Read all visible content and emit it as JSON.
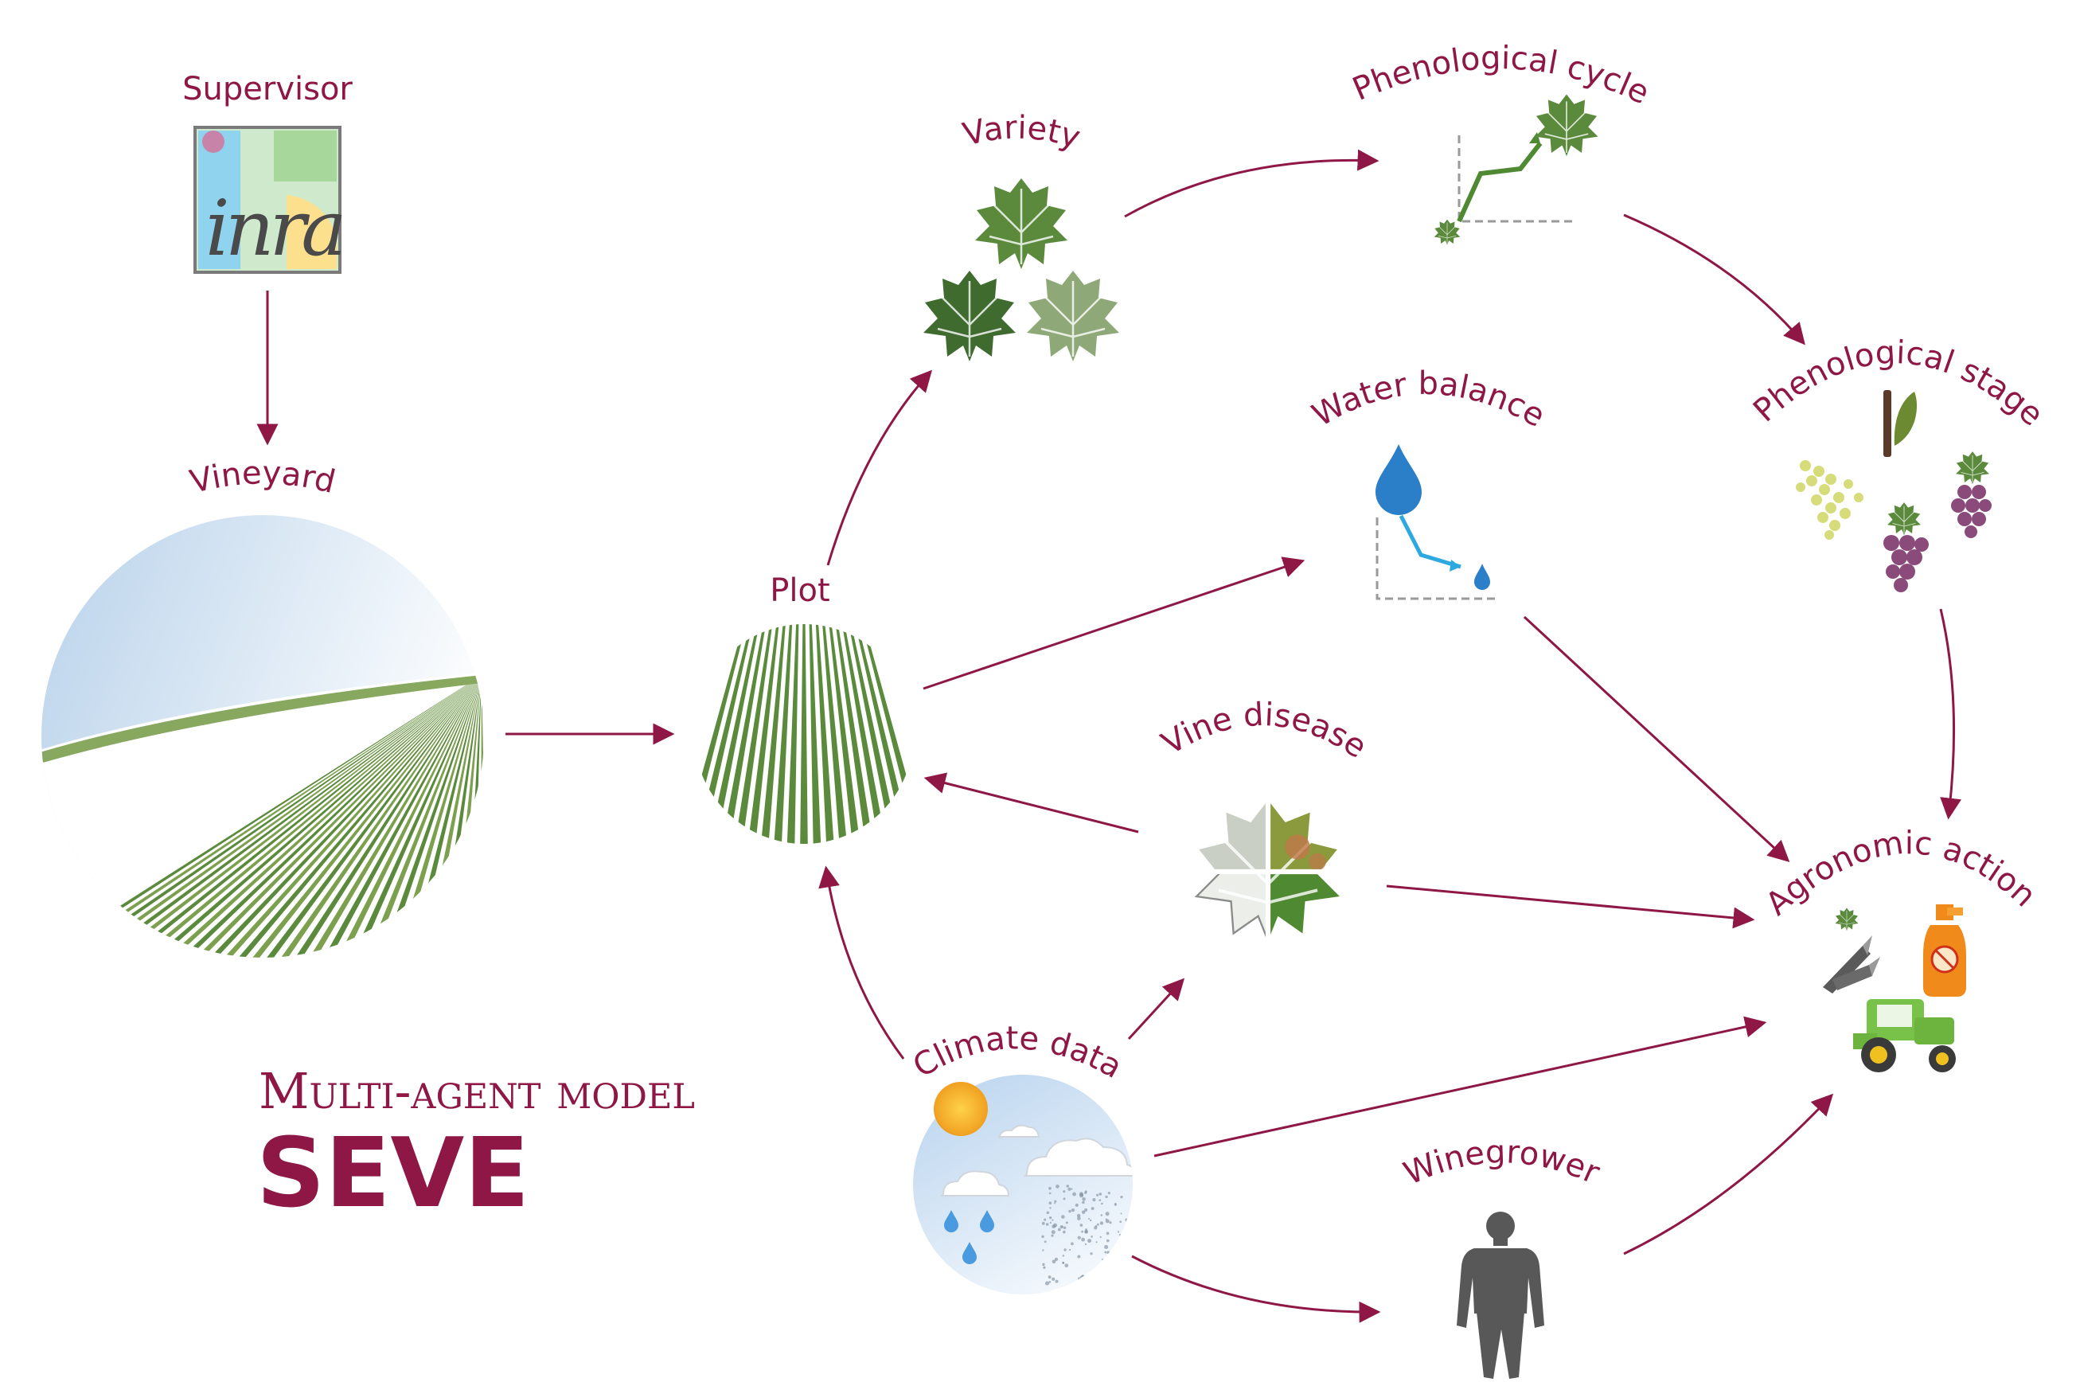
{
  "title": {
    "line1": "Multi-agent model",
    "line2": "SEVE"
  },
  "nodes": {
    "supervisor": "Supervisor",
    "vineyard": "Vineyard",
    "plot": "Plot",
    "variety": "Variety",
    "phenological_cycle": "Phenological cycle",
    "water_balance": "Water balance",
    "phenological_stage": "Phenological stage",
    "vine_disease": "Vine disease",
    "agronomic_action": "Agronomic action",
    "climate_data": "Climate data",
    "winegrower": "Winegrower"
  },
  "logo": {
    "letters": "inra"
  },
  "colors": {
    "accent": "#8e1746",
    "vine_green": "#5b8a3c",
    "water_blue": "#2a8fd6",
    "grape_purple": "#8a4a7a",
    "silhouette": "#555555"
  },
  "icons": [
    "inra-logo",
    "vineyard-circle",
    "plot-circle",
    "variety-leaves-icon",
    "phenology-chart-icon",
    "water-balance-chart-icon",
    "phenological-stage-icon",
    "vine-disease-leaf-icon",
    "pruning-shears-icon",
    "spray-bottle-icon",
    "tractor-icon",
    "climate-circle-icon",
    "winegrower-silhouette-icon"
  ]
}
